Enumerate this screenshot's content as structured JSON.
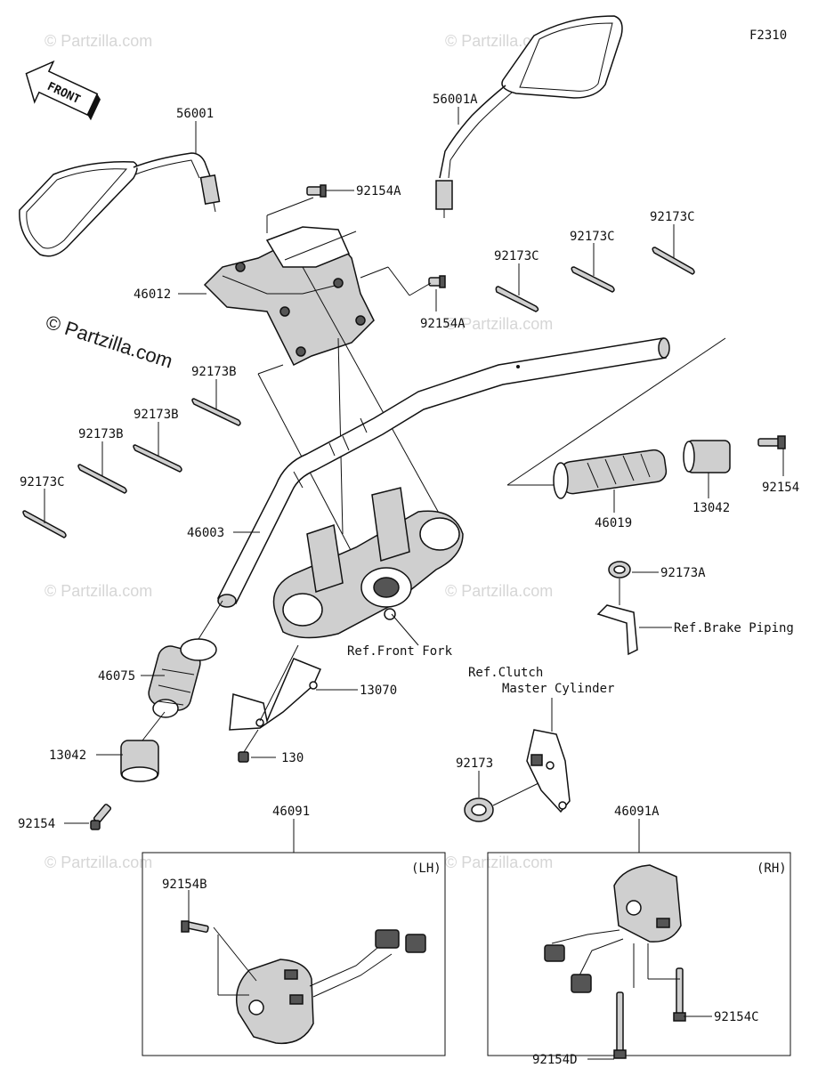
{
  "figure_code": "F2310",
  "front_arrow": "FRONT",
  "watermarks": {
    "main": "© Partzilla.com",
    "repeated": "© Partzilla.com"
  },
  "labels": {
    "p56001": "56001",
    "p56001a": "56001A",
    "p92154a_top": "92154A",
    "p92154a_mid": "92154A",
    "p46012": "46012",
    "p92173c_1": "92173C",
    "p92173c_2": "92173C",
    "p92173c_3": "92173C",
    "p92173c_4": "92173C",
    "p92173b_1": "92173B",
    "p92173b_2": "92173B",
    "p92173b_3": "92173B",
    "p46003": "46003",
    "p46019": "46019",
    "p13042_r": "13042",
    "p92154_r": "92154",
    "p92173a": "92173A",
    "ref_brake": "Ref.Brake Piping",
    "ref_fork": "Ref.Front Fork",
    "p46075": "46075",
    "p13070": "13070",
    "p130": "130",
    "p13042_l": "13042",
    "p92154_l": "92154",
    "ref_clutch_1": "Ref.Clutch",
    "ref_clutch_2": "Master Cylinder",
    "p92173": "92173",
    "p46091": "46091",
    "p46091a": "46091A",
    "lh": "(LH)",
    "rh": "(RH)",
    "p92154b": "92154B",
    "p92154c": "92154C",
    "p92154d": "92154D"
  }
}
